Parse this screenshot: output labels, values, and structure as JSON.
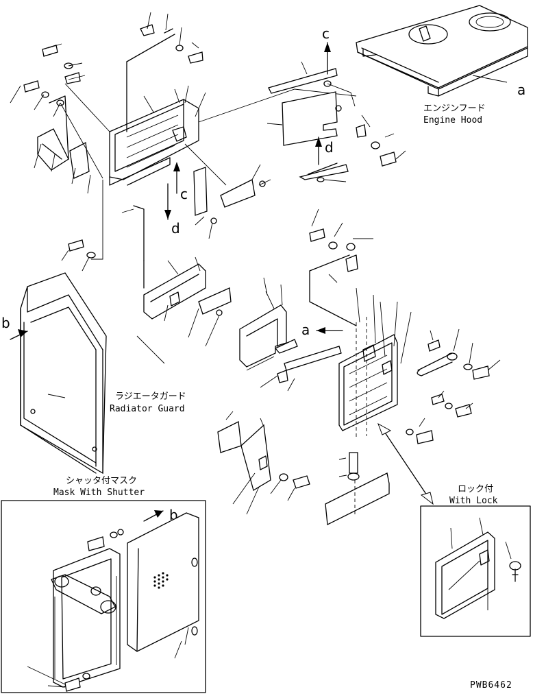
{
  "labels": {
    "engine_hood_jp": "エンジンフード",
    "engine_hood_en": "Engine Hood",
    "radiator_guard_jp": "ラジエータガード",
    "radiator_guard_en": "Radiator Guard",
    "mask_shutter_jp": "シャッタ付マスク",
    "mask_shutter_en": "Mask With Shutter",
    "with_lock_jp": "ロック付",
    "with_lock_en": "With Lock",
    "drawing_code": "PWB6462"
  },
  "view_refs": {
    "a": "a",
    "b": "b",
    "c": "c",
    "d": "d"
  }
}
